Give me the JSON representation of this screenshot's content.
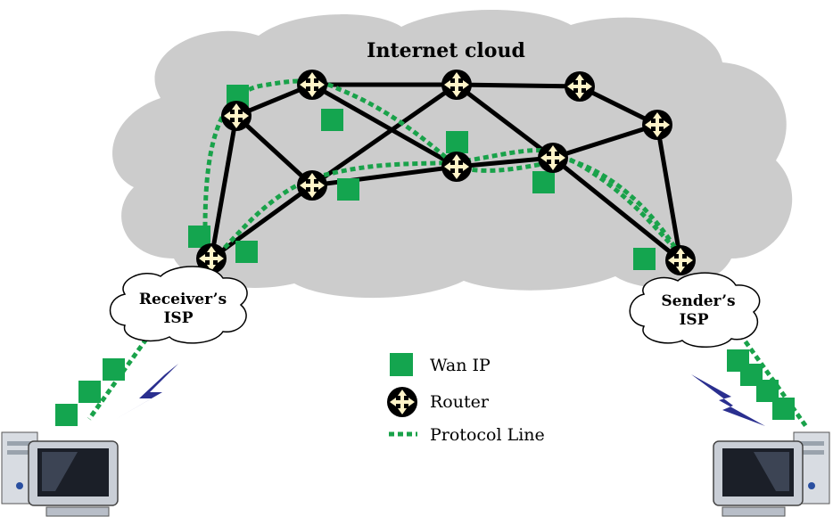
{
  "diagram": {
    "title": "Internet cloud",
    "receiver_isp": [
      "Receiver’s",
      "ISP"
    ],
    "sender_isp": [
      "Sender’s",
      "ISP"
    ],
    "legend": {
      "wan_ip": "Wan IP",
      "router": "Router",
      "protocol_line": "Protocol Line"
    },
    "colors": {
      "cloud": "#cccccc",
      "wan_ip": "#14a54f",
      "protocol_line": "#19a24a",
      "router_fill": "#000000",
      "router_arrows": "#fff4c8",
      "link": "#000000",
      "lightning": "#2a2f8f"
    }
  }
}
